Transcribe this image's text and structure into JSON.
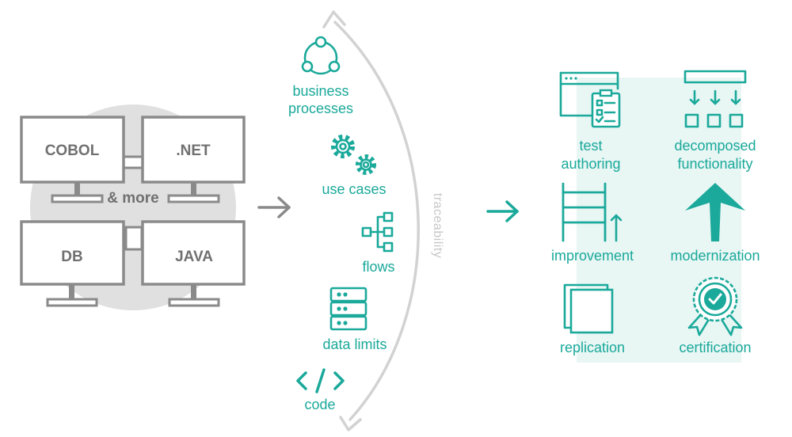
{
  "systems": {
    "cobol": "COBOL",
    "net": ".NET",
    "db": "DB",
    "java": "JAVA",
    "more": "& more"
  },
  "artifacts": {
    "business_processes_line1": "business",
    "business_processes_line2": "processes",
    "use_cases": "use cases",
    "flows": "flows",
    "data_limits": "data limits",
    "code": "code",
    "traceability": "traceability"
  },
  "outcomes": {
    "test_authoring_line1": "test",
    "test_authoring_line2": "authoring",
    "decomposed_line1": "decomposed",
    "decomposed_line2": "functionality",
    "improvement": "improvement",
    "modernization": "modernization",
    "replication": "replication",
    "certification": "certification"
  },
  "colors": {
    "teal": "#1aa99a",
    "light_teal": "#e8f6f4",
    "gray_dark": "#8a8a8a",
    "gray_text": "#707070",
    "gray_circle": "#e0e0e0",
    "arc_gray": "#d2d2d2"
  },
  "icons": [
    "business-process-cycle-icon",
    "gears-icon",
    "flow-tree-icon",
    "database-server-icon",
    "code-brackets-icon",
    "test-clipboard-icon",
    "decompose-icon",
    "ladder-icon",
    "up-arrow-icon",
    "copy-squares-icon",
    "certification-badge-icon"
  ]
}
